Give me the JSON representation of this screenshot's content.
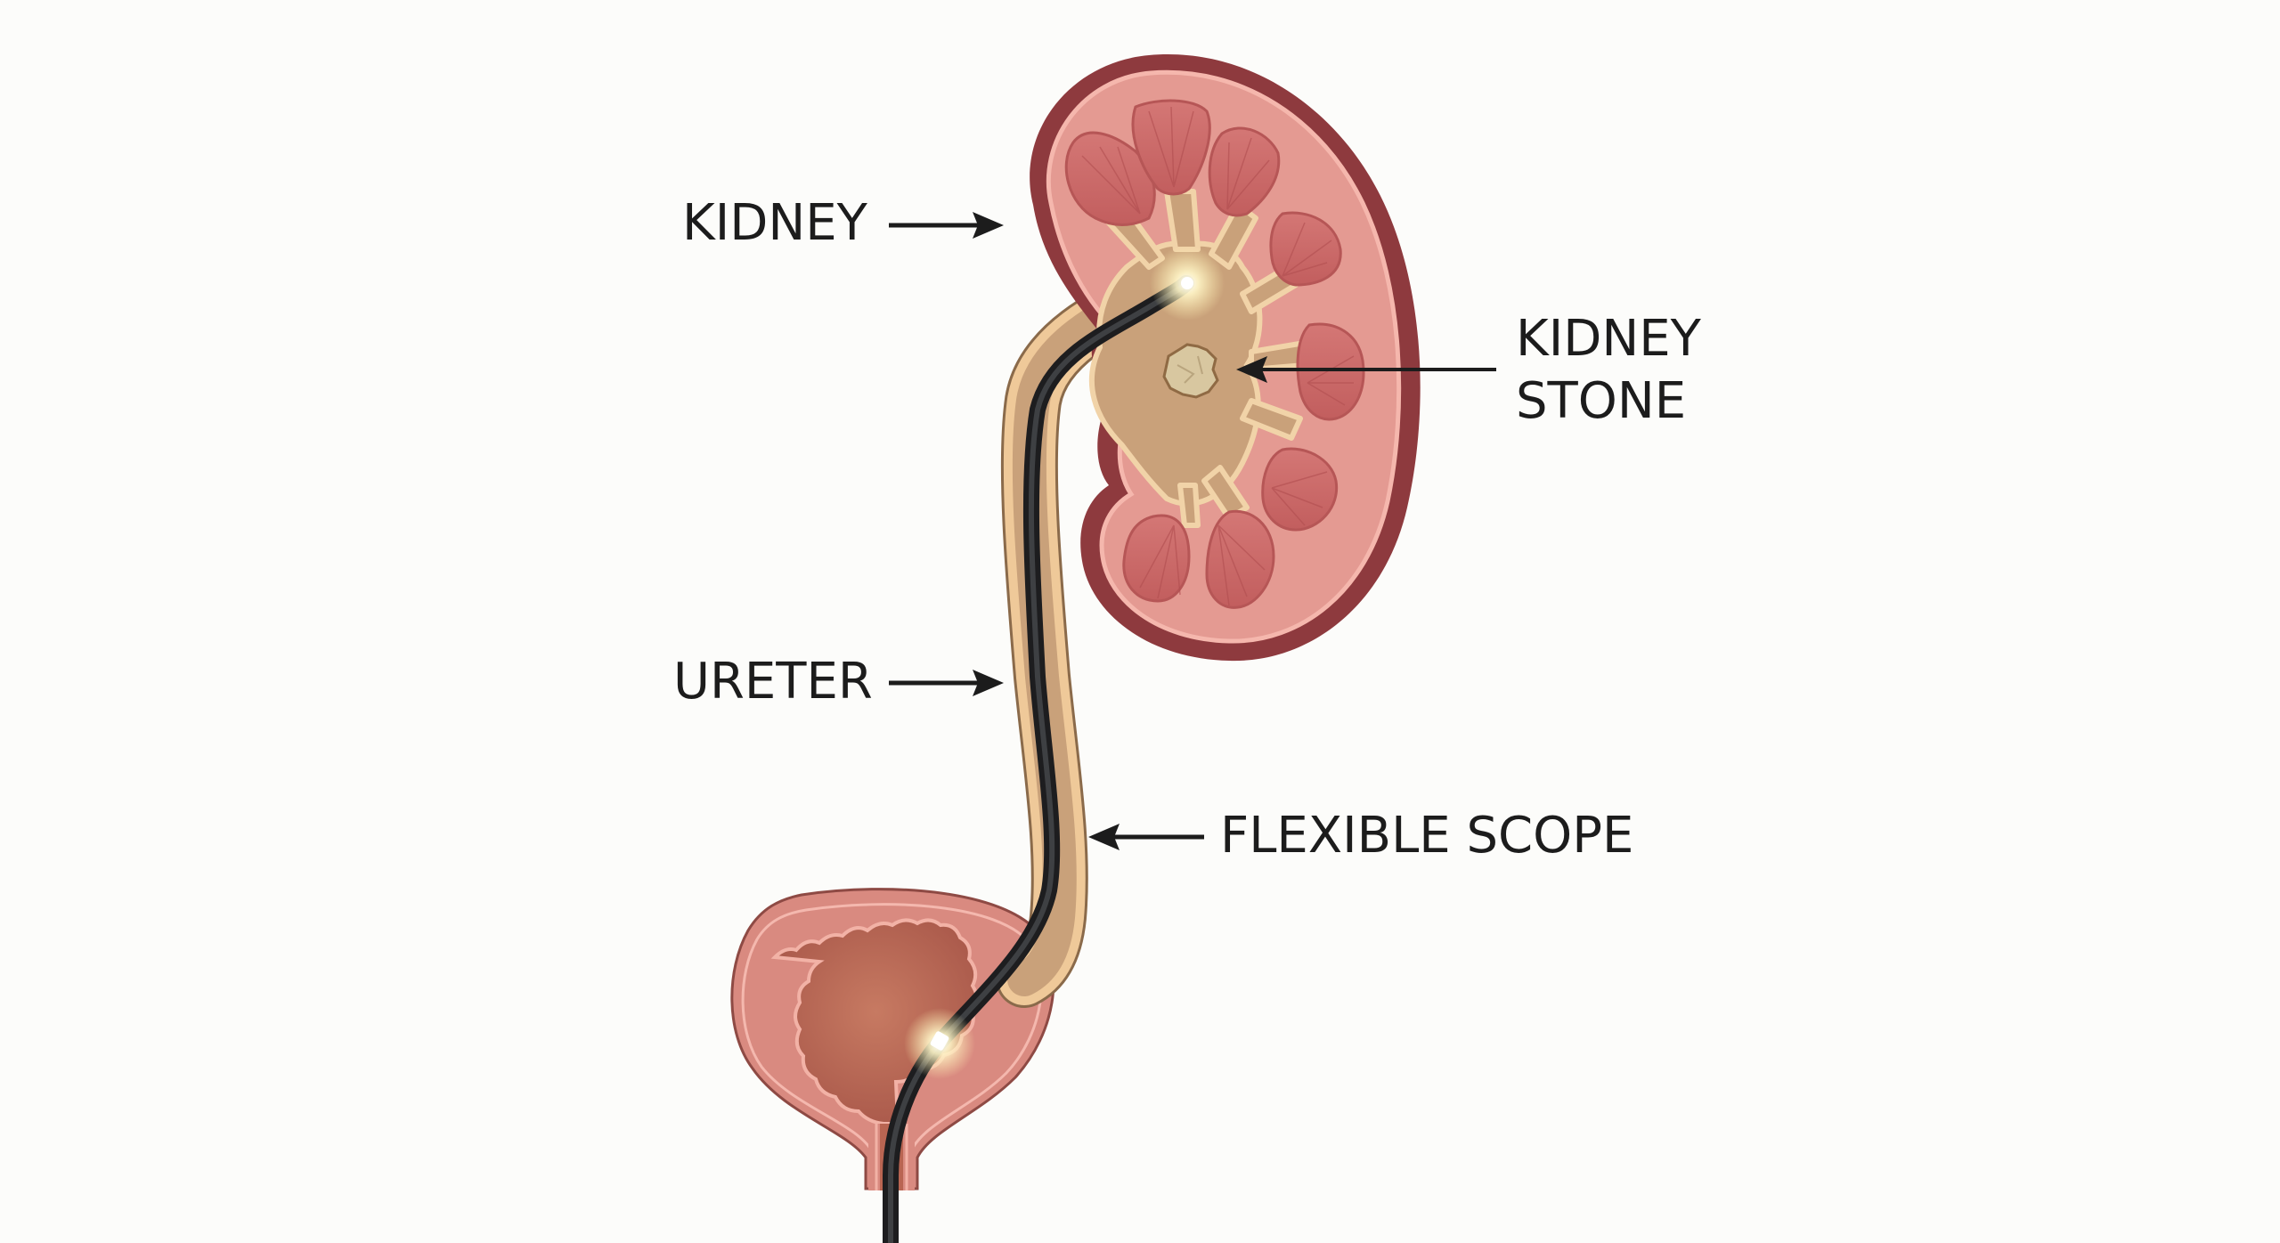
{
  "diagram": {
    "title": "Flexible ureteroscopy for kidney stone",
    "background": "#fcfcfa",
    "labels": {
      "kidney": "KIDNEY",
      "kidney_stone_line1": "KIDNEY",
      "kidney_stone_line2": "STONE",
      "ureter": "URETER",
      "flexible_scope": "FLEXIBLE SCOPE"
    },
    "arrows": [
      {
        "label": "KIDNEY",
        "direction": "right"
      },
      {
        "label": "KIDNEY STONE",
        "direction": "left"
      },
      {
        "label": "URETER",
        "direction": "right"
      },
      {
        "label": "FLEXIBLE SCOPE",
        "direction": "left"
      }
    ],
    "structures": [
      "kidney",
      "renal pelvis",
      "kidney stone",
      "ureter",
      "bladder",
      "flexible scope"
    ],
    "colors": {
      "capsule": "#8e3a3e",
      "cortex": "#e49a92",
      "pyramid": "#cc6a68",
      "pelvis": "#c9a17a",
      "pelvis_rim": "#f1d3a8",
      "ureter": "#e8c092",
      "scope": "#2e2e30",
      "bladder_wall": "#d98a80",
      "bladder_lumen": "#b96552",
      "stone": "#d8c7a0",
      "text": "#1c1c1c"
    }
  }
}
